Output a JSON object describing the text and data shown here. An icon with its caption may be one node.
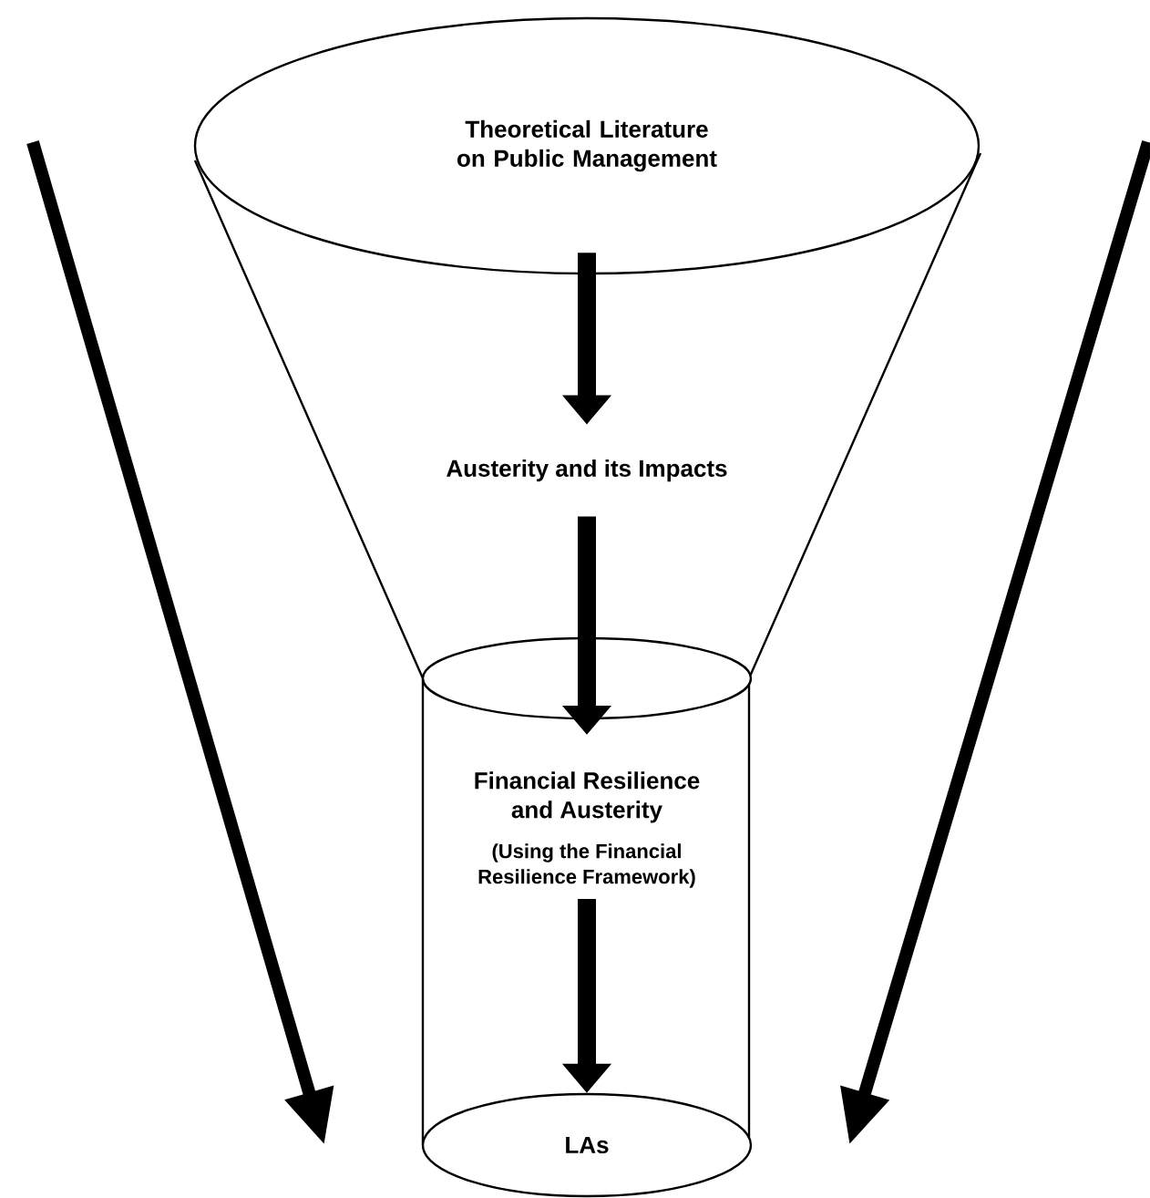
{
  "diagram": {
    "nodes": [
      {
        "text": [
          "Theoretical Literature on Public Management"
        ]
      },
      {
        "text": [
          "Austerity and its Impacts"
        ]
      },
      {
        "text": [
          "Financial Resilience and Austerity",
          "(Using the Financial Resilience Framework)"
        ]
      },
      {
        "text": [
          "LAs"
        ]
      }
    ],
    "edges": [
      {
        "from": 0,
        "to": 1,
        "arrow": "to"
      },
      {
        "from": 1,
        "to": 2,
        "arrow": "to"
      },
      {
        "from": 2,
        "to": 3,
        "arrow": "to"
      }
    ]
  }
}
